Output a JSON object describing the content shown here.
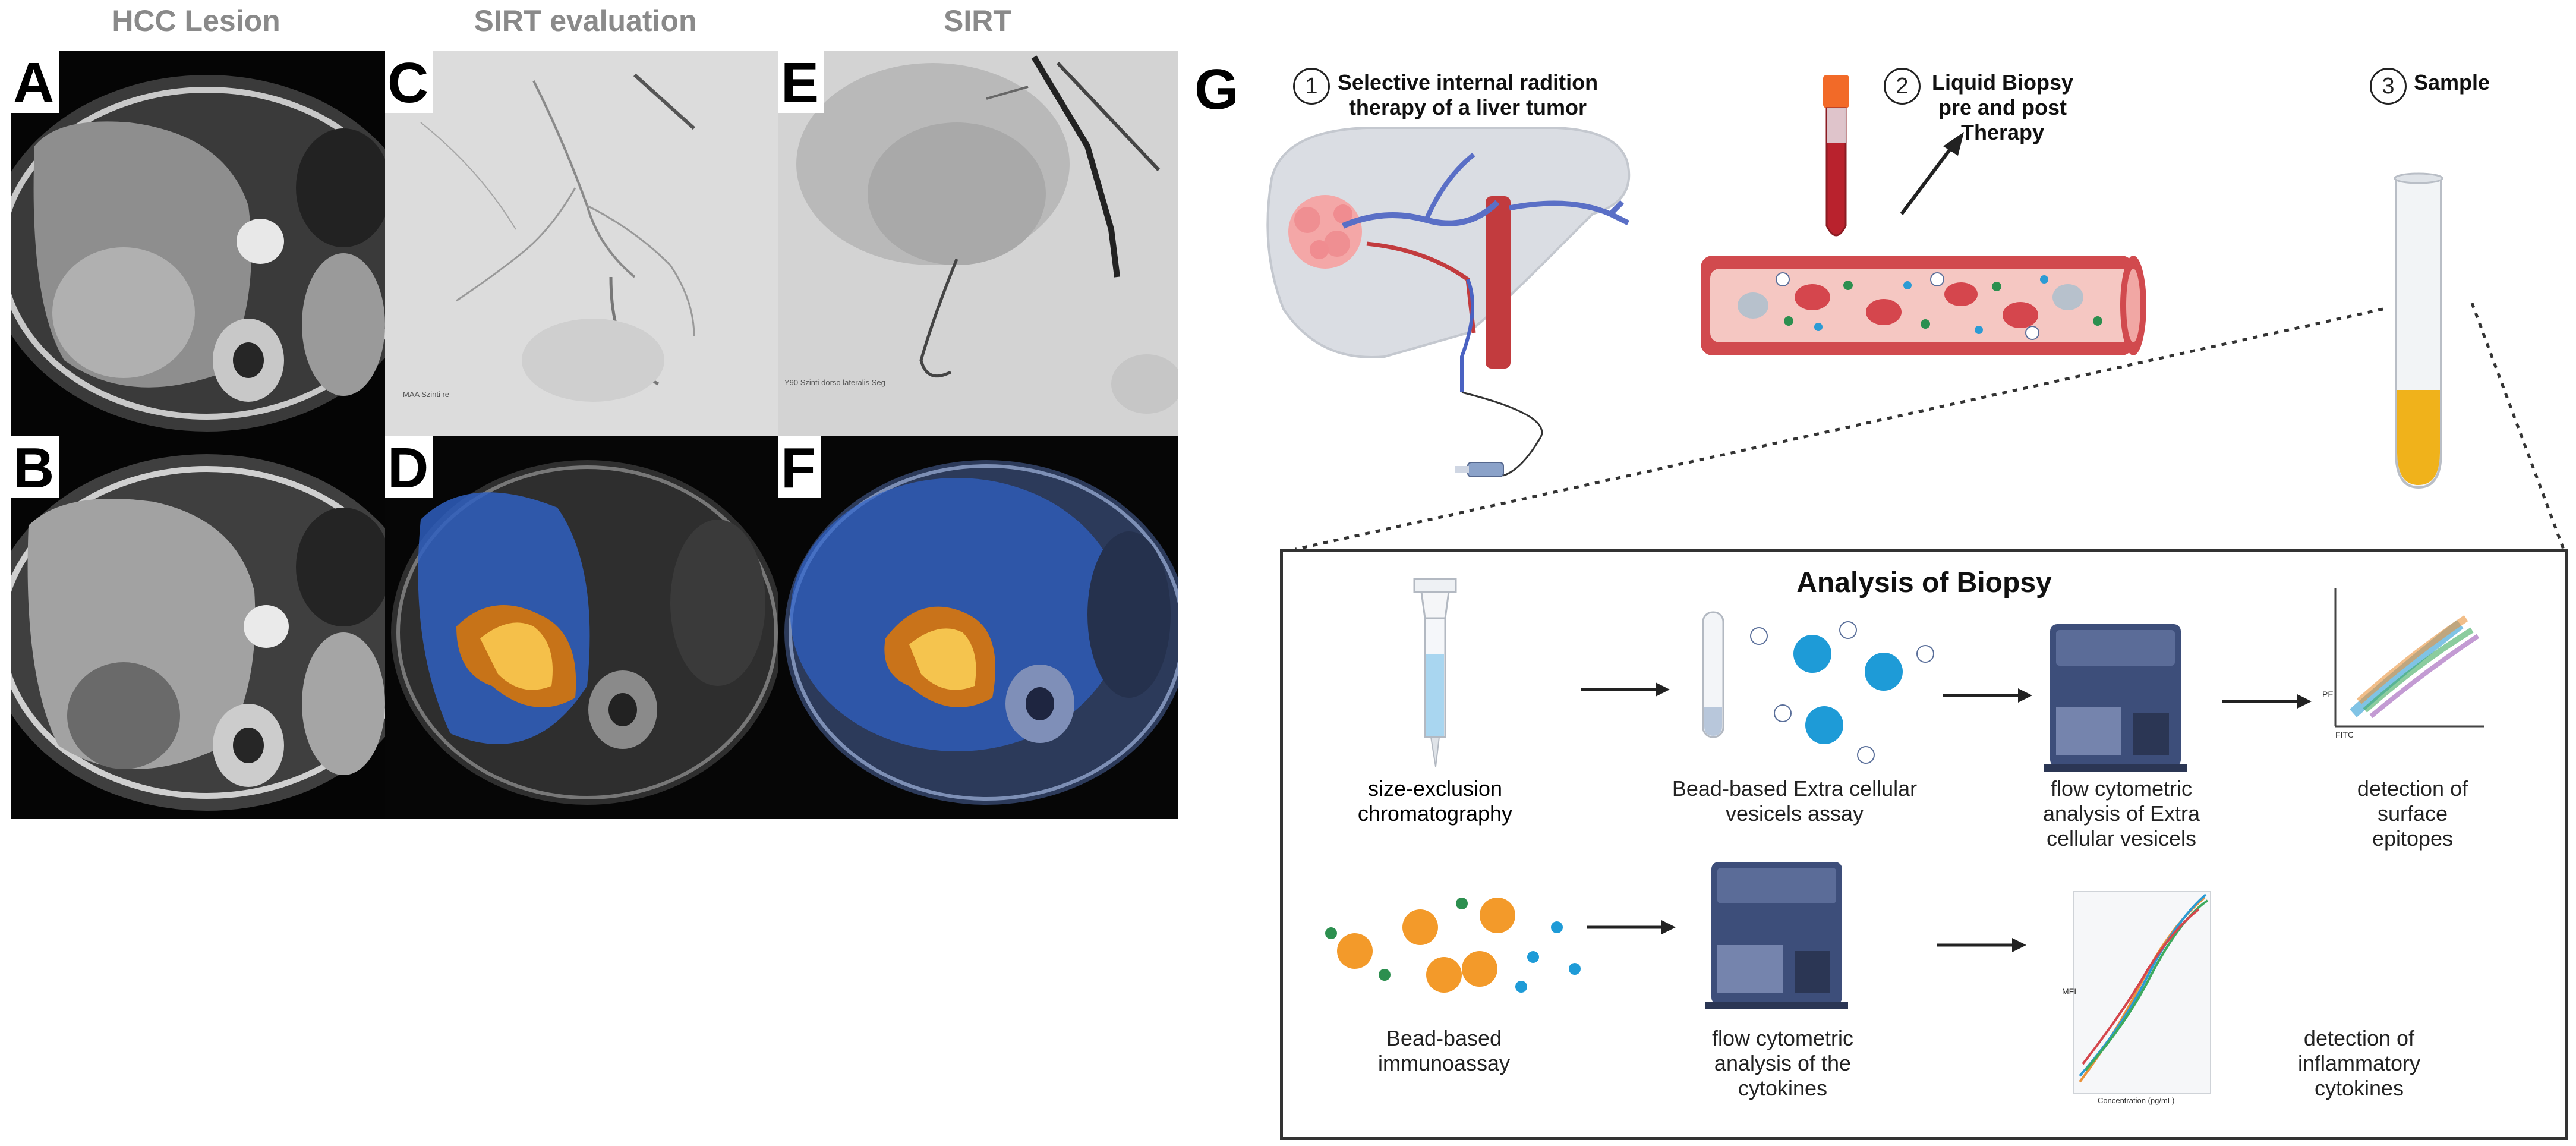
{
  "left_figure": {
    "headers": [
      "HCC Lesion",
      "SIRT evaluation",
      "SIRT"
    ],
    "panels": [
      {
        "label": "A",
        "kind": "ct"
      },
      {
        "label": "C",
        "kind": "angio",
        "caption": "MAA Szinti re"
      },
      {
        "label": "E",
        "kind": "angio",
        "caption": "Y90 Szinti dorso lateralis Seg"
      },
      {
        "label": "B",
        "kind": "ct"
      },
      {
        "label": "D",
        "kind": "spect"
      },
      {
        "label": "F",
        "kind": "spect"
      }
    ]
  },
  "right_figure": {
    "label": "G",
    "steps": [
      {
        "num": "1",
        "lines": [
          "Selective internal radition",
          "therapy of a liver tumor"
        ]
      },
      {
        "num": "2",
        "lines": [
          "Liquid Biopsy",
          "pre and post",
          "Therapy"
        ]
      },
      {
        "num": "3",
        "lines": [
          "Sample"
        ]
      }
    ],
    "analysis": {
      "title": "Analysis of Biopsy",
      "row1": [
        {
          "lines": [
            "size-exclusion",
            "chromatography"
          ]
        },
        {
          "lines": [
            "Bead-based Extra cellular",
            "vesicels assay"
          ]
        },
        {
          "lines": [
            "flow cytometric",
            "analysis of Extra",
            "cellular vesicels"
          ]
        },
        {
          "lines": [
            "detection of",
            "surface",
            "epitopes"
          ]
        }
      ],
      "row2": [
        {
          "lines": [
            "Bead-based",
            "immunoassay"
          ]
        },
        {
          "lines": [
            "flow cytometric",
            "analysis of the",
            "cytokines"
          ]
        },
        {
          "lines": [
            "detection of",
            "inflammatory",
            "cytokines"
          ]
        }
      ],
      "scatter_axes": {
        "x": "FITC",
        "y": "PE"
      },
      "curve_axes": {
        "x": "Concentration (pg/mL)",
        "y": "MFI"
      }
    }
  },
  "colors": {
    "header_gray": "#8a8a8a",
    "blood_red": "#c8353a",
    "vessel_pink": "#f2b7b3",
    "bead_blue": "#1e9bd7",
    "bead_orange": "#f39a2a",
    "tube_yellow": "#f0b21b",
    "machine_blue": "#3d4e7a",
    "frame_gray": "#333333"
  }
}
